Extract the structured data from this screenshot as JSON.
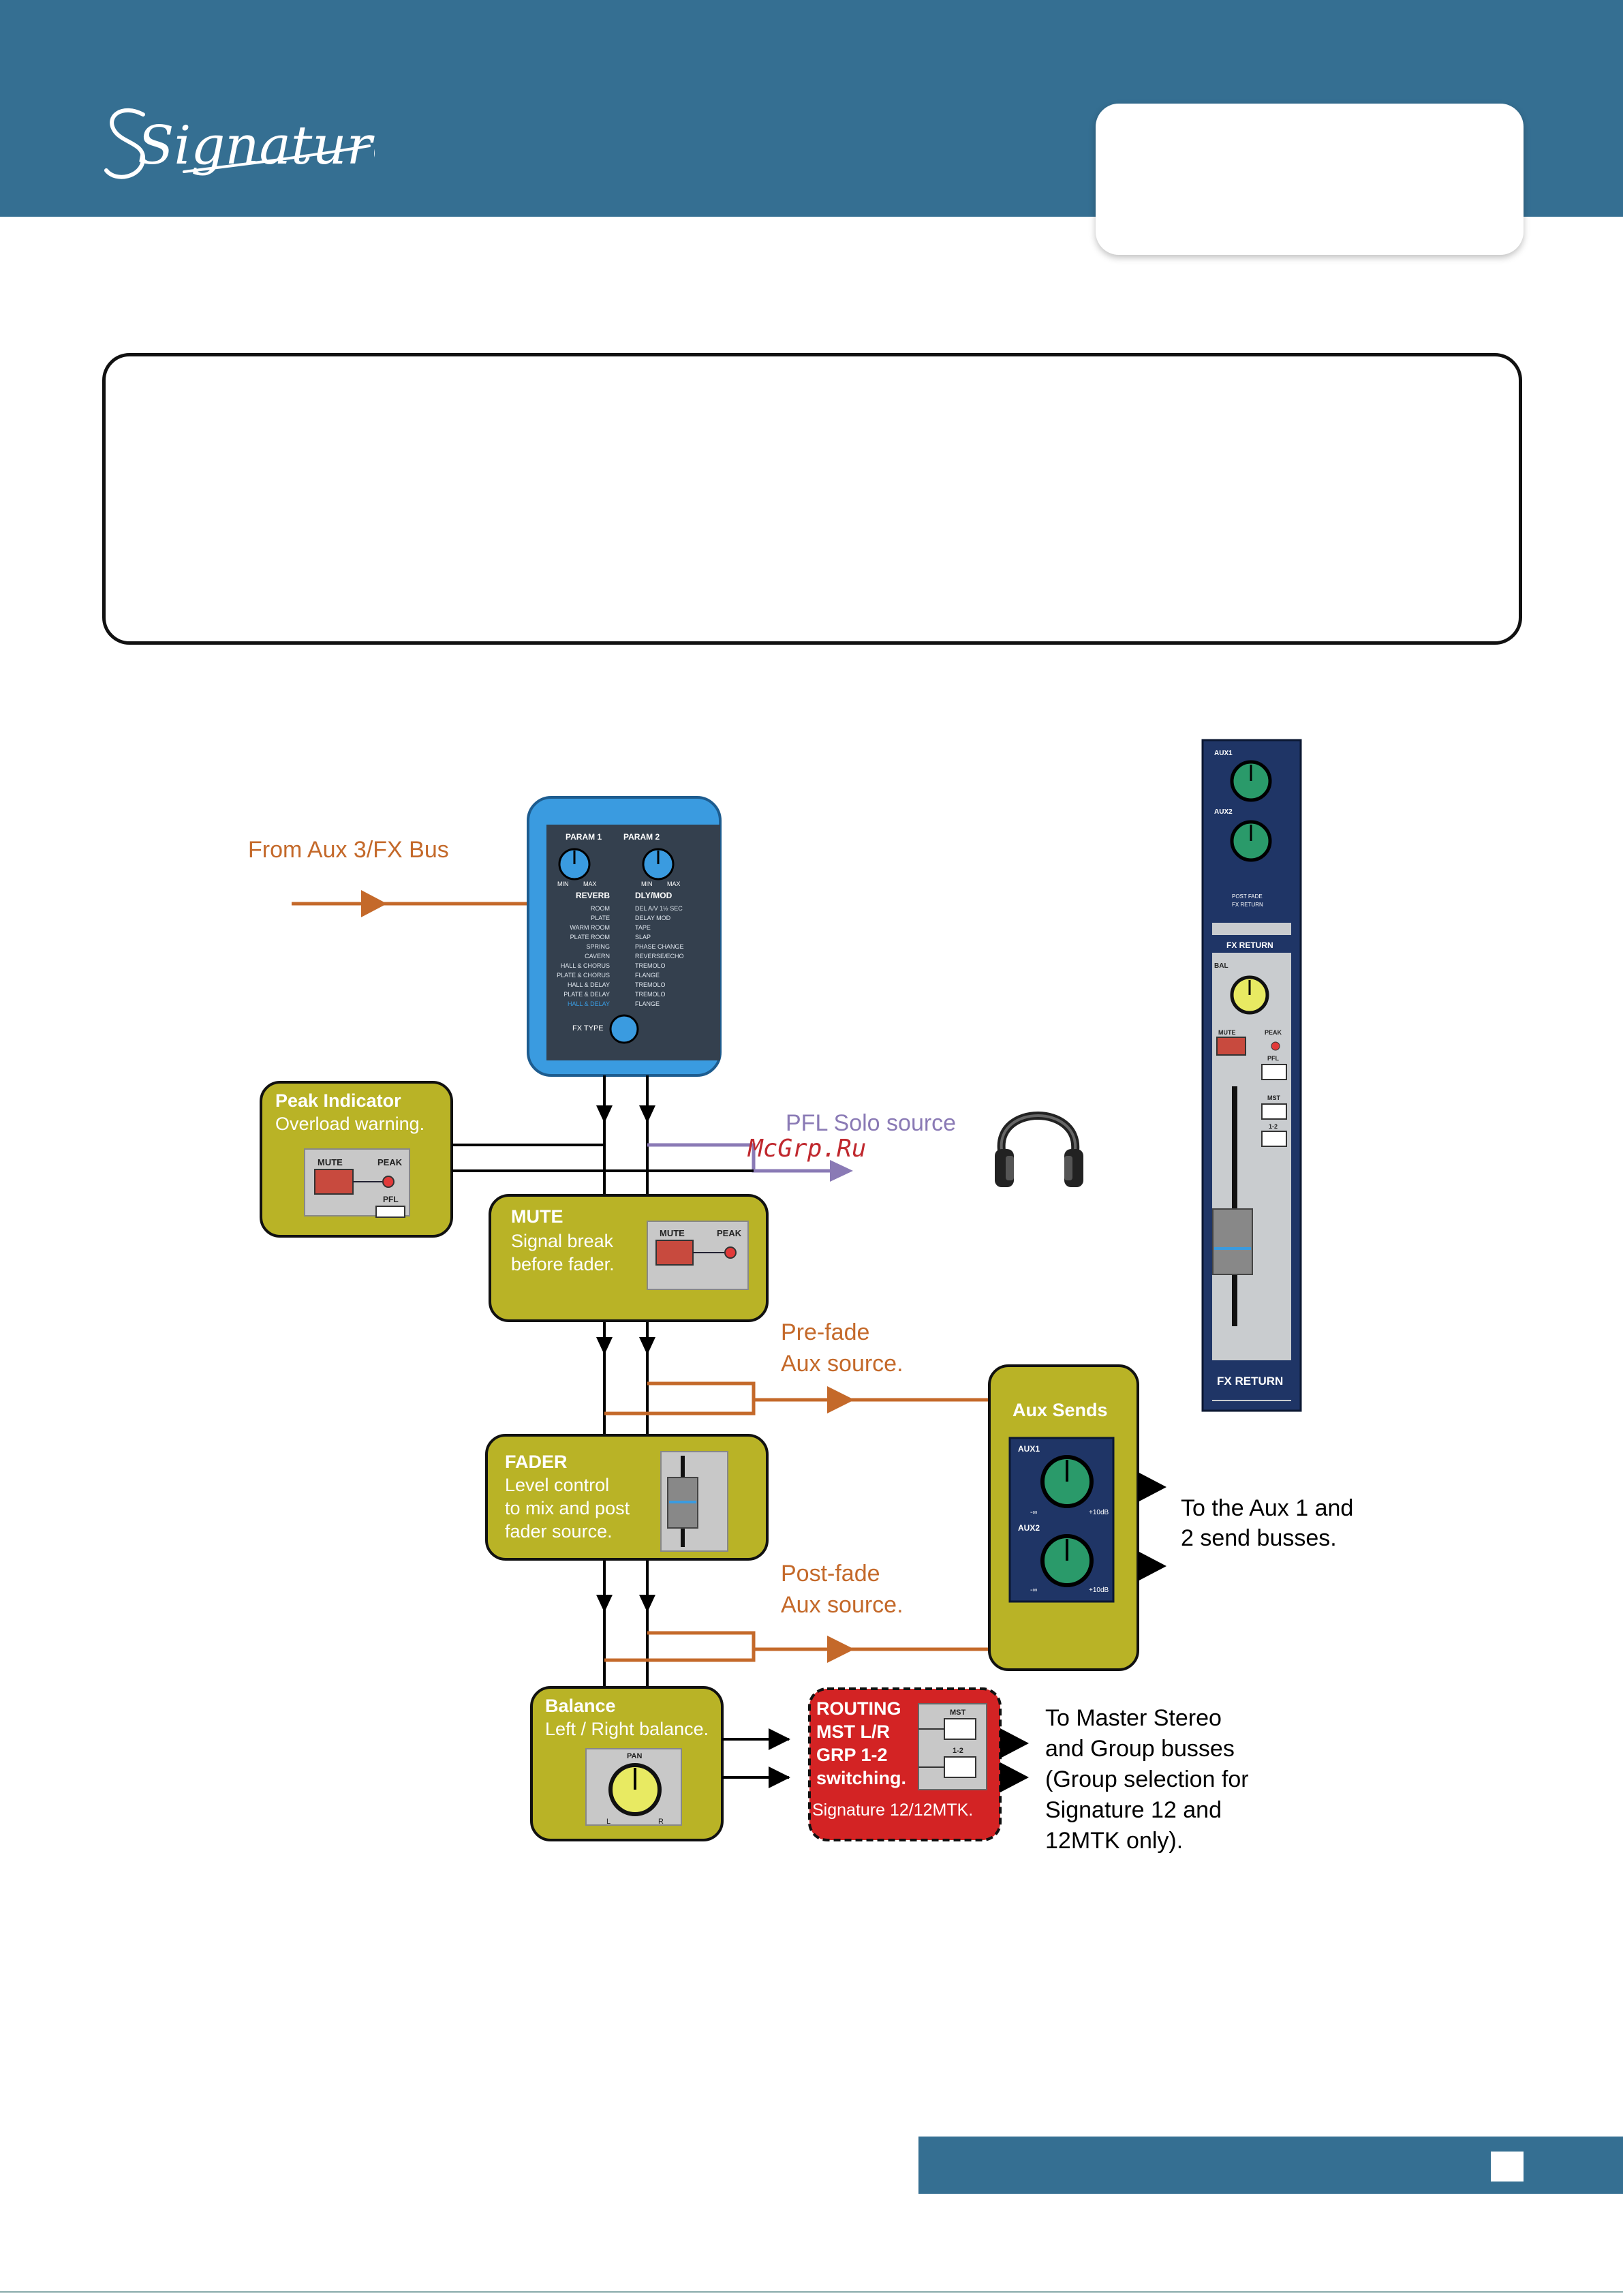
{
  "logo": {
    "text": "Signature"
  },
  "watermark": "McGrp.Ru",
  "fx_unit": {
    "param1_label": "PARAM 1",
    "param2_label": "PARAM 2",
    "param_min": "MIN",
    "param_max": "MAX",
    "reverb_header": "REVERB",
    "dlymod_header": "DLY/MOD",
    "reverb_list": [
      "ROOM",
      "PLATE",
      "WARM ROOM",
      "PLATE ROOM",
      "SPRING",
      "CAVERN",
      "HALL & CHORUS",
      "PLATE & CHORUS",
      "HALL & DELAY",
      "PLATE & DELAY",
      "HALL & DELAY"
    ],
    "dlymod_list": [
      "DEL A/V 1½ SEC",
      "DELAY MOD",
      "TAPE",
      "SLAP",
      "PHASE CHANGE",
      "REVERSE/ECHO",
      "TREMOLO",
      "FLANGE",
      "TREMOLO",
      "TREMOLO",
      "FLANGE"
    ],
    "fxtype_label": "FX TYPE"
  },
  "labels": {
    "from_aux3": "From Aux 3/FX Bus",
    "peak_title": "Peak Indicator",
    "peak_desc": "Overload warning.",
    "pfl_solo": "PFL Solo source",
    "mute_title": "MUTE",
    "mute_desc1": "Signal break",
    "mute_desc2": "before fader.",
    "prefade1": "Pre-fade",
    "prefade2": "Aux source.",
    "fader_title": "FADER",
    "fader_desc1": "Level control",
    "fader_desc2": "to mix and post",
    "fader_desc3": "fader source.",
    "postfade1": "Post-fade",
    "postfade2": "Aux source.",
    "balance_title": "Balance",
    "balance_desc": "Left / Right balance.",
    "routing1": "ROUTING",
    "routing2": "MST L/R",
    "routing3": "GRP 1-2",
    "routing4": "switching.",
    "routing_model": "Signature 12/12MTK.",
    "aux_sends": "Aux Sends",
    "to_aux1": "To the Aux 1 and",
    "to_aux2": "2 send busses.",
    "to_master": [
      "To Master Stereo",
      "and Group busses",
      "(Group selection for",
      "Signature 12 and",
      "12MTK only)."
    ]
  },
  "panel": {
    "mute": "MUTE",
    "peak": "PEAK",
    "pfl": "PFL",
    "mst": "MST",
    "grp12": "1-2",
    "pan": "PAN",
    "aux1": "AUX1",
    "aux2": "AUX2",
    "bal": "BAL",
    "fx_return": "FX RETURN",
    "post_fade": "POST FADE",
    "fx_return_small": "FX RETURN",
    "knob_l": "L",
    "knob_r": "R",
    "knob_min": "-∞",
    "knob_max": "+10dB"
  },
  "colors": {
    "header": "#356f92",
    "olive": "#b9b326",
    "signal_orange": "#c4692a",
    "pfl_purple": "#8a7ab5",
    "fx_blue": "#3a9be0",
    "routing_red": "#d32324",
    "panel_navy": "#1f3566",
    "knob_green": "#2a9a6a"
  }
}
